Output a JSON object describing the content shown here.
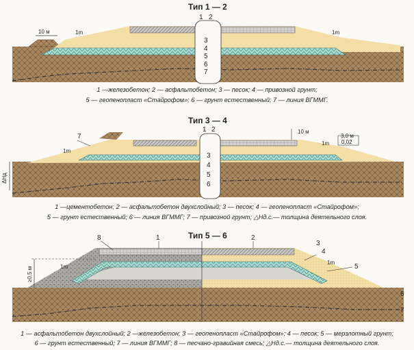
{
  "sections": [
    {
      "title": "Тип 1 — 2",
      "dims": {
        "width": "10 м",
        "slope_left": "1m",
        "slope_right": "1m"
      },
      "markers": [
        "1",
        "2",
        "3",
        "4",
        "5",
        "6",
        "7"
      ],
      "caption": [
        "1 —железобетон; 2 — асфальтобетон; 3 — песок; 4 — привозной грунт;",
        "5 — геопенопласт «Стайрофом»; 6 — грунт естественный; 7 — линия ВГММГ."
      ]
    },
    {
      "title": "Тип 3 — 4",
      "dims": {
        "height": "ΔHд",
        "slope_left": "1m",
        "slope_right": "1m",
        "width": "10 м",
        "dim_top": "3,0 м",
        "dim_bottom": "0,02"
      },
      "markers": [
        "1",
        "2",
        "3",
        "4",
        "5",
        "6",
        "7"
      ],
      "caption": [
        "1 —цементобетон; 2 — асфальтобетон двухслойный; 3 — песок; 4 — геопенопласт «Стайрофом»;",
        "5 — грунт естественный; 6 — линия ВГММГ; 7 — привозной грунт; △Hд.с.— толщина деятельного слоя."
      ]
    },
    {
      "title": "Тип 5 — 6",
      "dims": {
        "height": "≥0,5 м",
        "slope_left": "1m",
        "slope_right": "1m"
      },
      "markers": [
        "1",
        "2",
        "3",
        "4",
        "5",
        "6",
        "7",
        "8"
      ],
      "caption": [
        "1 — асфальтобетон двухслойный; 2 —железобетон; 3 — геопенопласт «Стайрофом»; 4 — песок; 5 — мерзлотный грунт;",
        "6 — грунт естественный; 7 — линия ВГММГ; 8 — песчано-гравийная смесь; △Hд.с.— толщина деятельного слоя."
      ]
    }
  ],
  "colors": {
    "soil": "#a8875f",
    "sand": "#f3dfa6",
    "foam": "#a9ded3",
    "concrete": "#c9c7c4",
    "gravel": "#a9a7a4",
    "frozen": "#d7d6d2",
    "vgmmg": "#333333"
  }
}
